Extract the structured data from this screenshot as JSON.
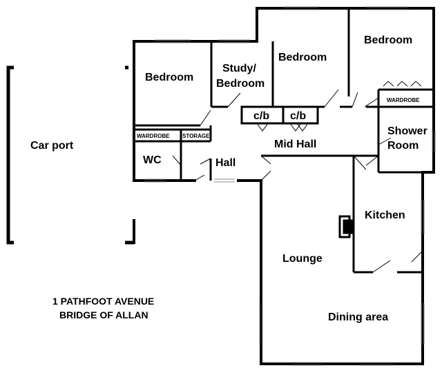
{
  "plan": {
    "rooms": {
      "car_port": "Car port",
      "bedroom_left": "Bedroom",
      "study_line1": "Study/",
      "study_line2": "Bedroom",
      "bedroom_middle": "Bedroom",
      "bedroom_right": "Bedroom",
      "wardrobe_left": "WARDROBE",
      "storage": "STORAGE",
      "wc": "WC",
      "hall": "Hall",
      "mid_hall": "Mid Hall",
      "cupboard_1": "c/b",
      "cupboard_2": "c/b",
      "wardrobe_right": "WARDROBE",
      "shower_line1": "Shower",
      "shower_line2": "Room",
      "kitchen": "Kitchen",
      "lounge": "Lounge",
      "dining": "Dining area"
    },
    "address": {
      "line1": "1 PATHFOOT AVENUE",
      "line2": "BRIDGE OF ALLAN"
    }
  },
  "colors": {
    "wall": "#000000",
    "background": "#ffffff",
    "window": "#bbbbbb"
  }
}
